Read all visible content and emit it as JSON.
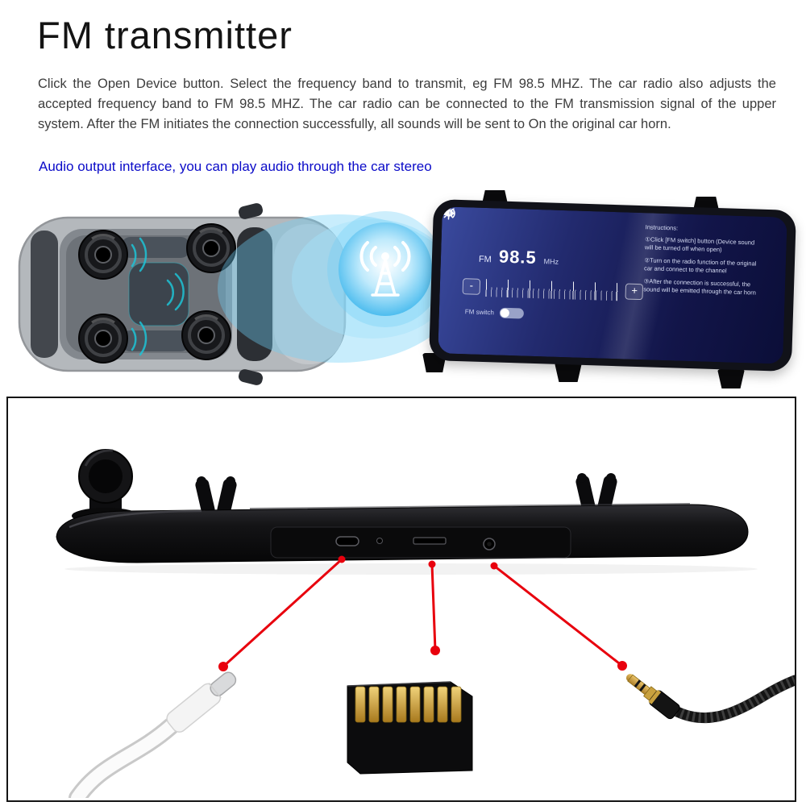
{
  "header": {
    "title": "FM transmitter",
    "description": "Click the Open Device button. Select the frequency band to transmit, eg FM 98.5 MHZ. The car radio also adjusts the accepted frequency band to FM 98.5 MHZ. The car radio can be connected to the FM transmission signal of the upper system. After the FM initiates the connection successfully, all sounds will be sent to On the original car horn.",
    "subtitle": "Audio output interface, you can play audio through the car stereo"
  },
  "device_screen": {
    "band": "FM",
    "frequency": "98.5",
    "unit": "MHz",
    "minus": "-",
    "plus": "+",
    "switch_label": "FM switch",
    "instructions_title": "Instructions:",
    "instructions": [
      "①Click [FM switch] button (Device sound will be turned off when open)",
      "②Turn on the radio function of the original car and connect to the channel",
      "③After the connection is successful, the sound will be emitted through the car horn"
    ]
  },
  "icons": {
    "transmitter": "fm-transmitter-antenna",
    "camera": "camera-icon",
    "brightness": "brightness-icon",
    "speaker": "speaker-icon"
  },
  "colors": {
    "subtitle_blue": "#0a0ac8",
    "callout_red": "#e8000d",
    "glow_blue": "#3ab5ec",
    "screen_blue": "#222a6e"
  }
}
